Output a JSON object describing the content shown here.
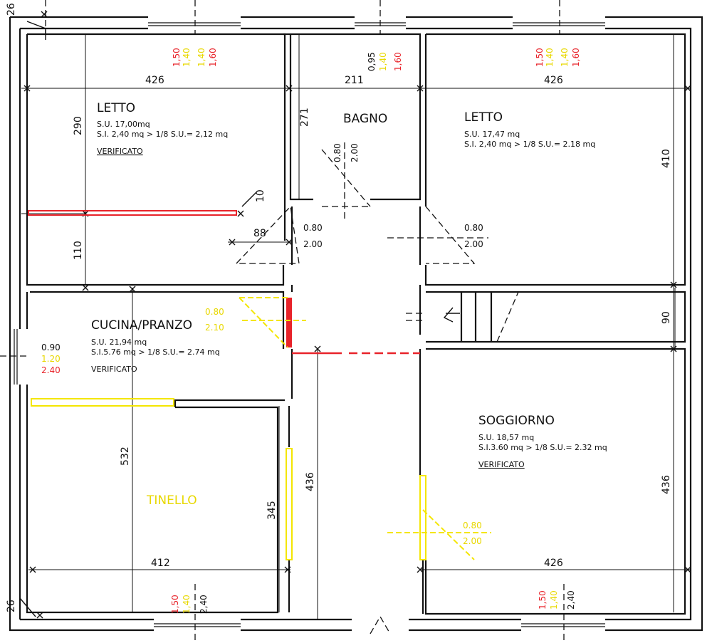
{
  "rooms": {
    "letto_left": {
      "name": "LETTO",
      "su": "S.U. 17,00mq",
      "si": "S.I. 2,40 mq > 1/8 S.U.= 2,12 mq",
      "check": "VERIFICATO"
    },
    "bagno": {
      "name": "BAGNO"
    },
    "letto_right": {
      "name": "LETTO",
      "su": "S.U. 17,47 mq",
      "si": "S.I. 2,40 mq > 1/8 S.U.= 2.18 mq"
    },
    "cucina": {
      "name": "CUCINA/PRANZO",
      "su": "S.U. 21,94 mq",
      "si": "S.I.5.76 mq > 1/8 S.U.= 2.74 mq",
      "check": "VERIFICATO"
    },
    "tinello": {
      "name": "TINELLO"
    },
    "soggiorno": {
      "name": "SOGGIORNO",
      "su": "S.U. 18,57 mq",
      "si": "S.I.3.60 mq > 1/8 S.U.= 2.32 mq",
      "check": "VERIFICATO"
    }
  },
  "dimensions": {
    "top_left_width": "426",
    "bagno_width": "211",
    "top_right_width": "426",
    "letto_left_height": "290",
    "left_lower": "110",
    "bagno_height": "271",
    "right_height": "410",
    "stair_height": "90",
    "small_10": "10",
    "small_88": "88",
    "cucina_height": "532",
    "tinello_345": "345",
    "corridor_436": "436",
    "soggiorno_height": "436",
    "bottom_left_width": "412",
    "bottom_right_width": "426",
    "wall_top": "26",
    "wall_bottom": "26"
  },
  "openings": {
    "win_tl": {
      "a": "1,50",
      "b": "1,40",
      "c": "1,40",
      "d": "1,60"
    },
    "win_bagno": {
      "a": "0,95",
      "b": "1,40",
      "c": "1,60"
    },
    "win_tr": {
      "a": "1,50",
      "b": "1,40",
      "c": "1,40",
      "d": "1,60"
    },
    "door_bagno": {
      "w": "0.80",
      "h": "2.00"
    },
    "door_letto_left": {
      "w": "0.80",
      "h": "2.00"
    },
    "door_letto_right": {
      "w": "0.80",
      "h": "2.00"
    },
    "door_cucina": {
      "w": "0.80",
      "h": "2.10"
    },
    "win_cucina": {
      "a": "0.90",
      "b": "1.20",
      "c": "2.40"
    },
    "door_soggiorno": {
      "w": "0.80",
      "h": "2.00"
    },
    "win_bl": {
      "a": "1,50",
      "b": "1,40",
      "c": "2,40"
    },
    "win_br": {
      "a": "1,50",
      "b": "1,40",
      "c": "2,40"
    }
  },
  "colors": {
    "wall": "#111111",
    "accent_red": "#e8232a",
    "accent_yellow": "#f4e600"
  }
}
